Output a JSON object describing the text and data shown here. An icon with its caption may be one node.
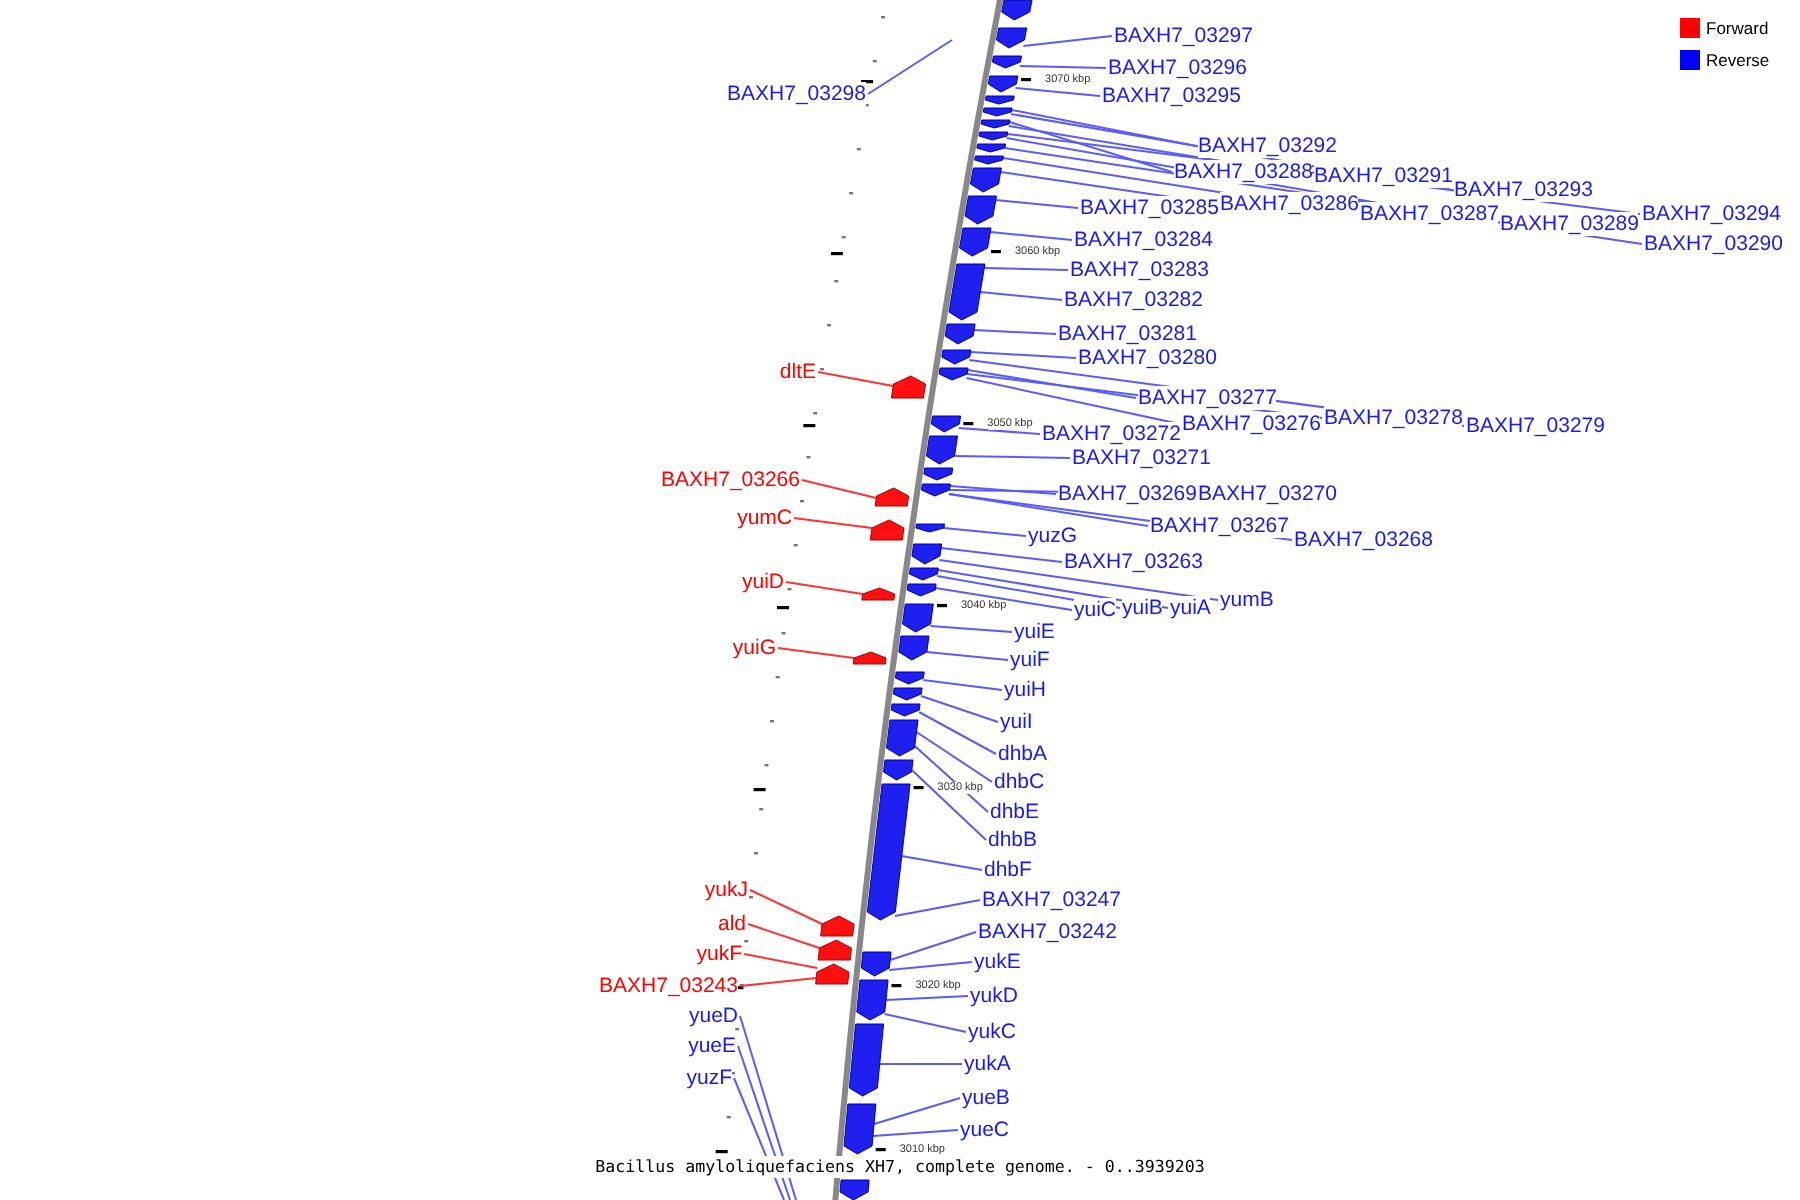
{
  "diagram": {
    "caption": "Bacillus amyloliquefaciens XH7, complete genome. - 0..3939203",
    "nodes": [
      {
        "text": [
          "BAXH7_03298"
        ]
      },
      {
        "text": [
          "BAXH7_03297"
        ]
      },
      {
        "text": [
          "BAXH7_03296"
        ]
      },
      {
        "text": [
          "BAXH7_03295"
        ]
      },
      {
        "text": [
          "BAXH7_03292"
        ]
      },
      {
        "text": [
          "BAXH7_03288"
        ]
      },
      {
        "text": [
          "BAXH7_03291"
        ]
      },
      {
        "text": [
          "BAXH7_03293"
        ]
      },
      {
        "text": [
          "BAXH7_03286"
        ]
      },
      {
        "text": [
          "BAXH7_03285"
        ]
      },
      {
        "text": [
          "BAXH7_03294"
        ]
      },
      {
        "text": [
          "BAXH7_03287"
        ]
      },
      {
        "text": [
          "BAXH7_03289"
        ]
      },
      {
        "text": [
          "BAXH7_03284"
        ]
      },
      {
        "text": [
          "BAXH7_03290"
        ]
      },
      {
        "text": [
          "BAXH7_03283"
        ]
      },
      {
        "text": [
          "BAXH7_03282"
        ]
      },
      {
        "text": [
          "BAXH7_03281"
        ]
      },
      {
        "text": [
          "BAXH7_03280"
        ]
      },
      {
        "text": [
          "dltE"
        ]
      },
      {
        "text": [
          "BAXH7_03277"
        ]
      },
      {
        "text": [
          "BAXH7_03278"
        ]
      },
      {
        "text": [
          "BAXH7_03276"
        ]
      },
      {
        "text": [
          "BAXH7_03279"
        ]
      },
      {
        "text": [
          "BAXH7_03272"
        ]
      },
      {
        "text": [
          "BAXH7_03271"
        ]
      },
      {
        "text": [
          "BAXH7_03266"
        ]
      },
      {
        "text": [
          "BAXH7_03269"
        ]
      },
      {
        "text": [
          "BAXH7_03270"
        ]
      },
      {
        "text": [
          "yumC"
        ]
      },
      {
        "text": [
          "BAXH7_03267"
        ]
      },
      {
        "text": [
          "yuzG"
        ]
      },
      {
        "text": [
          "BAXH7_03268"
        ]
      },
      {
        "text": [
          "BAXH7_03263"
        ]
      },
      {
        "text": [
          "yuiD"
        ]
      },
      {
        "text": [
          "yumB"
        ]
      },
      {
        "text": [
          "yuiA"
        ]
      },
      {
        "text": [
          "yuiB"
        ]
      },
      {
        "text": [
          "yuiC"
        ]
      },
      {
        "text": [
          "yuiE"
        ]
      },
      {
        "text": [
          "yuiG"
        ]
      },
      {
        "text": [
          "yuiF"
        ]
      },
      {
        "text": [
          "yuiH"
        ]
      },
      {
        "text": [
          "yuiI"
        ]
      },
      {
        "text": [
          "dhbA"
        ]
      },
      {
        "text": [
          "dhbC"
        ]
      },
      {
        "text": [
          "dhbE"
        ]
      },
      {
        "text": [
          "dhbB"
        ]
      },
      {
        "text": [
          "dhbF"
        ]
      },
      {
        "text": [
          "yukJ"
        ]
      },
      {
        "text": [
          "BAXH7_03247"
        ]
      },
      {
        "text": [
          "ald"
        ]
      },
      {
        "text": [
          "BAXH7_03242"
        ]
      },
      {
        "text": [
          "yukF"
        ]
      },
      {
        "text": [
          "yukE"
        ]
      },
      {
        "text": [
          "BAXH7_03243"
        ]
      },
      {
        "text": [
          "yukD"
        ]
      },
      {
        "text": [
          "yueD"
        ]
      },
      {
        "text": [
          "yukC"
        ]
      },
      {
        "text": [
          "yueE"
        ]
      },
      {
        "text": [
          "yukA"
        ]
      },
      {
        "text": [
          "yuzF"
        ]
      },
      {
        "text": [
          "yueB"
        ]
      },
      {
        "text": [
          "yueC"
        ]
      },
      {
        "text": [],
        "shape": "pentagon"
      },
      {
        "text": [],
        "shape": "pentagon"
      },
      {
        "text": [],
        "shape": "pentagon"
      },
      {
        "text": [],
        "shape": "pentagon"
      },
      {
        "text": [],
        "shape": "pentagon"
      },
      {
        "text": [],
        "shape": "pentagon"
      },
      {
        "text": [],
        "shape": "pentagon"
      },
      {
        "text": [],
        "shape": "pentagon"
      },
      {
        "text": [],
        "shape": "pentagon"
      },
      {
        "text": [],
        "shape": "pentagon"
      },
      {
        "text": [],
        "shape": "pentagon"
      },
      {
        "text": [],
        "shape": "pentagon"
      },
      {
        "text": [],
        "shape": "pentagon"
      },
      {
        "text": [],
        "shape": "pentagon"
      },
      {
        "text": [],
        "shape": "pentagon"
      },
      {
        "text": [],
        "shape": "pentagon"
      },
      {
        "text": [],
        "shape": "pentagon"
      },
      {
        "text": [],
        "shape": "pentagon"
      },
      {
        "text": [],
        "shape": "pentagon"
      },
      {
        "text": [],
        "shape": "pentagon"
      },
      {
        "text": [],
        "shape": "pentagon"
      },
      {
        "text": [],
        "shape": "pentagon"
      },
      {
        "text": [],
        "shape": "pentagon"
      },
      {
        "text": [],
        "shape": "pentagon"
      },
      {
        "text": [],
        "shape": "pentagon"
      },
      {
        "text": [],
        "shape": "pentagon"
      },
      {
        "text": [],
        "shape": "pentagon"
      },
      {
        "text": [],
        "shape": "pentagon"
      },
      {
        "text": [],
        "shape": "pentagon"
      },
      {
        "text": [],
        "shape": "pentagon"
      },
      {
        "text": [],
        "shape": "pentagon"
      },
      {
        "text": [],
        "shape": "pentagon"
      },
      {
        "text": [],
        "shape": "pentagon"
      },
      {
        "text": [],
        "shape": "pentagon"
      },
      {
        "text": [],
        "shape": "pentagon"
      },
      {
        "text": [],
        "shape": "pentagon"
      },
      {
        "text": [],
        "shape": "pentagon"
      },
      {
        "text": [],
        "shape": "pentagon"
      },
      {
        "text": [],
        "shape": "pentagon"
      },
      {
        "text": [],
        "shape": "pentagon"
      },
      {
        "text": [],
        "shape": "pentagon"
      },
      {
        "text": [],
        "shape": "pentagon"
      },
      {
        "text": [],
        "shape": "pentagon"
      },
      {
        "text": [],
        "shape": "pentagon"
      },
      {
        "text": [],
        "shape": "pentagon"
      },
      {
        "text": [],
        "shape": "pentagon"
      }
    ],
    "edges": [
      {
        "from": 0,
        "to": null,
        "arrow": "none"
      },
      {
        "from": 1,
        "to": 65,
        "arrow": "none"
      },
      {
        "from": 2,
        "to": 66,
        "arrow": "none"
      },
      {
        "from": 3,
        "to": 67,
        "arrow": "none"
      },
      {
        "from": 4,
        "to": 69,
        "arrow": "none"
      },
      {
        "from": 5,
        "to": 70,
        "arrow": "none"
      },
      {
        "from": 6,
        "to": 70,
        "arrow": "none"
      },
      {
        "from": 7,
        "to": 69,
        "arrow": "none"
      },
      {
        "from": 8,
        "to": 74,
        "arrow": "none"
      },
      {
        "from": 9,
        "to": 75,
        "arrow": "none"
      },
      {
        "from": 10,
        "to": 71,
        "arrow": "none"
      },
      {
        "from": 11,
        "to": 73,
        "arrow": "none"
      },
      {
        "from": 12,
        "to": 71,
        "arrow": "none"
      },
      {
        "from": 13,
        "to": 76,
        "arrow": "none"
      },
      {
        "from": 14,
        "to": 72,
        "arrow": "none"
      },
      {
        "from": 15,
        "to": 77,
        "arrow": "none"
      },
      {
        "from": 16,
        "to": 77,
        "arrow": "none"
      },
      {
        "from": 17,
        "to": 78,
        "arrow": "none"
      },
      {
        "from": 18,
        "to": 79,
        "arrow": "none"
      },
      {
        "from": 19,
        "to": 81,
        "arrow": "none",
        "color": "#ff3333"
      },
      {
        "from": 20,
        "to": 80,
        "arrow": "none"
      },
      {
        "from": 21,
        "to": 80,
        "arrow": "none"
      },
      {
        "from": 22,
        "to": 80,
        "arrow": "none"
      },
      {
        "from": 23,
        "to": 79,
        "arrow": "none"
      },
      {
        "from": 24,
        "to": 82,
        "arrow": "none"
      },
      {
        "from": 25,
        "to": 83,
        "arrow": "none"
      },
      {
        "from": 26,
        "to": 86,
        "arrow": "none",
        "color": "#ff3333"
      },
      {
        "from": 27,
        "to": 85,
        "arrow": "none"
      },
      {
        "from": 28,
        "to": 85,
        "arrow": "none"
      },
      {
        "from": 29,
        "to": 87,
        "arrow": "none",
        "color": "#ff3333"
      },
      {
        "from": 30,
        "to": 85,
        "arrow": "none"
      },
      {
        "from": 31,
        "to": 88,
        "arrow": "none"
      },
      {
        "from": 32,
        "to": 85,
        "arrow": "none"
      },
      {
        "from": 33,
        "to": 89,
        "arrow": "none"
      },
      {
        "from": 34,
        "to": 92,
        "arrow": "none",
        "color": "#ff3333"
      },
      {
        "from": 35,
        "to": 89,
        "arrow": "none"
      },
      {
        "from": 36,
        "to": 90,
        "arrow": "none"
      },
      {
        "from": 37,
        "to": 90,
        "arrow": "none"
      },
      {
        "from": 38,
        "to": 91,
        "arrow": "none"
      },
      {
        "from": 39,
        "to": 93,
        "arrow": "none"
      },
      {
        "from": 40,
        "to": 95,
        "arrow": "none",
        "color": "#ff3333"
      },
      {
        "from": 41,
        "to": 94,
        "arrow": "none"
      },
      {
        "from": 42,
        "to": 96,
        "arrow": "none"
      },
      {
        "from": 43,
        "to": 97,
        "arrow": "none"
      },
      {
        "from": 44,
        "to": 98,
        "arrow": "none"
      },
      {
        "from": 45,
        "to": 99,
        "arrow": "none"
      },
      {
        "from": 46,
        "to": 99,
        "arrow": "none"
      },
      {
        "from": 47,
        "to": 100,
        "arrow": "none"
      },
      {
        "from": 48,
        "to": 101,
        "arrow": "none"
      },
      {
        "from": 49,
        "to": 102,
        "arrow": "none",
        "color": "#ff3333"
      },
      {
        "from": 50,
        "to": 101,
        "arrow": "none"
      },
      {
        "from": 51,
        "to": 103,
        "arrow": "none",
        "color": "#ff3333"
      },
      {
        "from": 52,
        "to": 104,
        "arrow": "none"
      },
      {
        "from": 53,
        "to": 105,
        "arrow": "none",
        "color": "#ff3333"
      },
      {
        "from": 54,
        "to": 104,
        "arrow": "none"
      },
      {
        "from": 55,
        "to": 105,
        "arrow": "none",
        "color": "#ff3333"
      },
      {
        "from": 56,
        "to": 106,
        "arrow": "none"
      },
      {
        "from": 57,
        "to": null,
        "arrow": "none"
      },
      {
        "from": 58,
        "to": 106,
        "arrow": "none"
      },
      {
        "from": 59,
        "to": null,
        "arrow": "none"
      },
      {
        "from": 60,
        "to": 107,
        "arrow": "none"
      },
      {
        "from": 61,
        "to": null,
        "arrow": "none"
      },
      {
        "from": 62,
        "to": 108,
        "arrow": "none"
      },
      {
        "from": 63,
        "to": 108,
        "arrow": "none"
      }
    ],
    "labels": [
      "3070 kbp",
      "3060 kbp",
      "3050 kbp",
      "3040 kbp",
      "3030 kbp",
      "3020 kbp",
      "3010 kbp"
    ],
    "legend": [
      {
        "text": "Forward",
        "color": "#ff0000"
      },
      {
        "text": "Reverse",
        "color": "#0000ff"
      }
    ]
  }
}
